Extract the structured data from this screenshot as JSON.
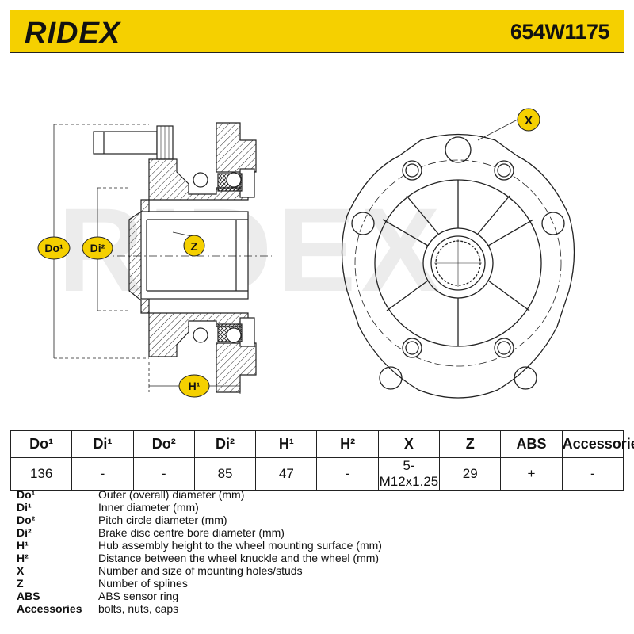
{
  "brand": "RIDEX",
  "part_number": "654W1175",
  "watermark": "RIDEX",
  "diagram_labels": {
    "do1": "Do¹",
    "di2": "Di²",
    "z": "Z",
    "h1": "H¹",
    "x": "X"
  },
  "specs_table": {
    "headers": [
      "Do¹",
      "Di¹",
      "Do²",
      "Di²",
      "H¹",
      "H²",
      "X",
      "Z",
      "ABS",
      "Accessories"
    ],
    "values": [
      "136",
      "-",
      "-",
      "85",
      "47",
      "-",
      "5-M12x1.25",
      "29",
      "+",
      "-"
    ]
  },
  "legend": [
    {
      "key": "Do¹",
      "value": "Outer (overall) diameter (mm)"
    },
    {
      "key": "Di¹",
      "value": "Inner diameter (mm)"
    },
    {
      "key": "Do²",
      "value": "Pitch circle diameter (mm)"
    },
    {
      "key": "Di²",
      "value": "Brake disc centre bore diameter (mm)"
    },
    {
      "key": "H¹",
      "value": "Hub assembly height to the wheel mounting surface (mm)"
    },
    {
      "key": "H²",
      "value": "Distance between the wheel knuckle and the wheel (mm)"
    },
    {
      "key": "X",
      "value": "Number and size of mounting holes/studs"
    },
    {
      "key": "Z",
      "value": "Number of splines"
    },
    {
      "key": "ABS",
      "value": "ABS sensor ring"
    },
    {
      "key": "Accessories",
      "value": "bolts, nuts, caps"
    }
  ],
  "colors": {
    "brand_yellow": "#f5d000",
    "line": "#222222",
    "watermark": "#ececec"
  }
}
